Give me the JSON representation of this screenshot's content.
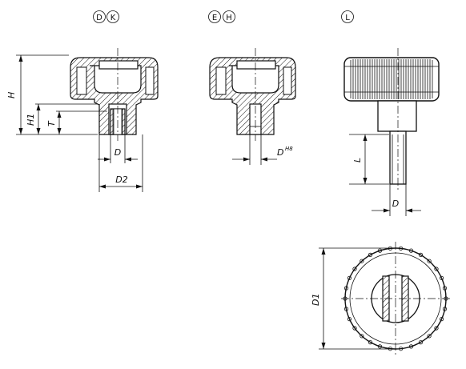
{
  "variants": {
    "group_1": [
      "D",
      "K"
    ],
    "group_2": [
      "E",
      "H"
    ],
    "group_3": [
      "L"
    ]
  },
  "dimensions": {
    "H": "H",
    "H1": "H1",
    "T": "T",
    "D": "D",
    "D2": "D2",
    "D_H8": "D",
    "H8": "H8",
    "L": "L",
    "D1": "D1"
  }
}
